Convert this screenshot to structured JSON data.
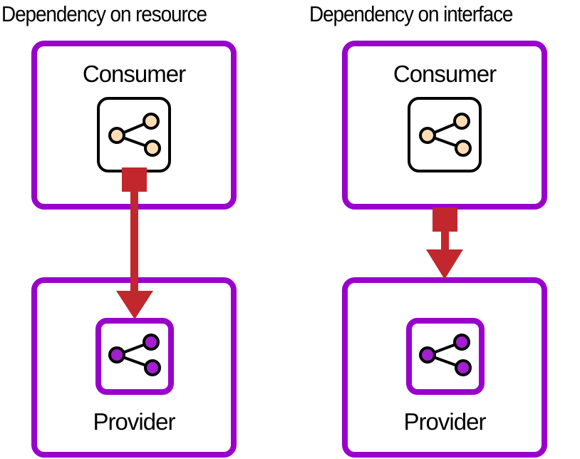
{
  "panels": [
    {
      "title": "Dependency on resource",
      "consumer": {
        "label": "Consumer"
      },
      "provider": {
        "label": "Provider"
      },
      "arrow_origin": "consumer-icon",
      "arrow_target": "provider-icon"
    },
    {
      "title": "Dependency on interface",
      "consumer": {
        "label": "Consumer"
      },
      "provider": {
        "label": "Provider"
      },
      "arrow_origin": "consumer-box",
      "arrow_target": "provider-box"
    }
  ],
  "colors": {
    "container_border": "#9900cc",
    "arrow": "#c1272d",
    "consumer_node_fill": "#fddcb5",
    "provider_node_fill": "#a31fd0"
  }
}
